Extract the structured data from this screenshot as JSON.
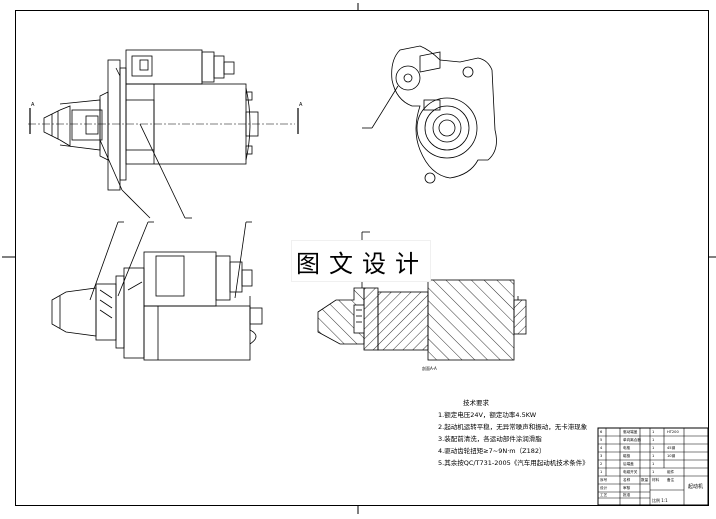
{
  "banner": {
    "text": "图文设计"
  },
  "technical_requirements": {
    "title": "技术要求",
    "items": [
      "1.额定电压24V，额定功率4.5KW",
      "2.起动机运转平稳，无异常噪声和振动，无卡滞现象",
      "3.装配前清洗，各运动部件涂润滑脂",
      "4.驱动齿轮扭矩≥7~9N·m（Z182）",
      "5.其余按QC/T731-2005《汽车用起动机技术条件》"
    ]
  },
  "section_label": "剖面A-A",
  "section_marker": "A",
  "title_block": {
    "drawing_name": "起动机",
    "scale": "比例  1:1",
    "parts_rows": [
      [
        "6",
        "驱动端盖",
        "1",
        "HT200"
      ],
      [
        "5",
        "单向离合器",
        "1",
        ""
      ],
      [
        "4",
        "电枢",
        "1",
        "45钢"
      ],
      [
        "3",
        "磁极",
        "1",
        "10钢"
      ],
      [
        "2",
        "后端盖",
        "1",
        ""
      ],
      [
        "1",
        "电磁开关",
        "1",
        "组件"
      ]
    ],
    "header_row": [
      "序号",
      "名称",
      "数量",
      "材料",
      "备注"
    ],
    "sign_row": [
      "设计",
      "审核",
      "工艺",
      "批准"
    ]
  }
}
